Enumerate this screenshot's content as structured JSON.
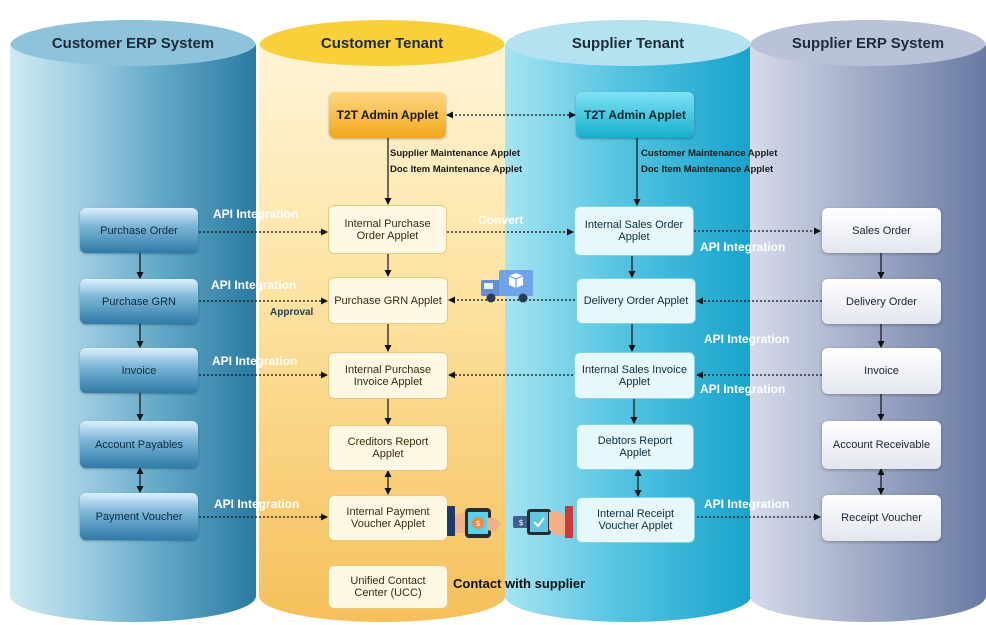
{
  "columns": {
    "customer_erp": "Customer ERP System",
    "customer_tenant": "Customer Tenant",
    "supplier_tenant": "Supplier Tenant",
    "supplier_erp": "Supplier ERP System"
  },
  "customer_erp": {
    "purchase_order": "Purchase Order",
    "purchase_grn": "Purchase GRN",
    "invoice": "Invoice",
    "account_payables": "Account Payables",
    "payment_voucher": "Payment Voucher"
  },
  "customer_tenant": {
    "admin": "T2T Admin Applet",
    "applets_note_1": "Supplier Maintenance Applet",
    "applets_note_2": "Doc Item Maintenance Applet",
    "internal_po": "Internal Purchase Order Applet",
    "purchase_grn": "Purchase GRN Applet",
    "internal_pi": "Internal Purchase Invoice Applet",
    "creditors_report": "Creditors Report Applet",
    "internal_pv": "Internal Payment Voucher Applet",
    "ucc": "Unified Contact Center (UCC)"
  },
  "supplier_tenant": {
    "admin": "T2T Admin Applet",
    "applets_note_1": "Customer Maintenance Applet",
    "applets_note_2": "Doc Item Maintenance Applet",
    "internal_so": "Internal Sales Order Applet",
    "delivery_order": "Delivery Order Applet",
    "internal_si": "Internal Sales Invoice Applet",
    "debtors_report": "Debtors  Report Applet",
    "internal_rv": "Internal Receipt Voucher Applet"
  },
  "supplier_erp": {
    "sales_order": "Sales Order",
    "delivery_order": "Delivery Order",
    "invoice": "Invoice",
    "account_receivable": "Account Receivable",
    "receipt_voucher": "Receipt Voucher"
  },
  "labels": {
    "api_integration": "API Integration",
    "convert": "Convert",
    "approval": "Approval",
    "contact_with_supplier": "Contact with supplier"
  },
  "icons": [
    "delivery-truck-icon",
    "mobile-payment-icon",
    "cash-payment-icon"
  ]
}
